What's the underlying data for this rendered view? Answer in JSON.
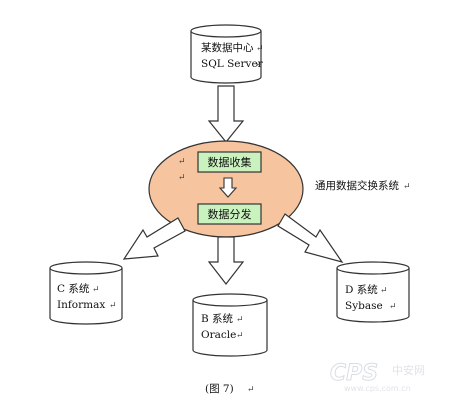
{
  "colors": {
    "exchange_ellipse": "#f6c49e",
    "process_box": "#c9f2bf",
    "arrow_fill": "#ffffff",
    "line": "#333333"
  },
  "source_db": {
    "line1": "某数据中心",
    "line2": "SQL Server"
  },
  "process": {
    "collect": "数据收集",
    "distribute": "数据分发"
  },
  "system_label": "通用数据交换系统",
  "targets": {
    "c": {
      "line1": "C 系统",
      "line2": "Informax"
    },
    "b": {
      "line1": "B 系统",
      "line2": "Oracle"
    },
    "d": {
      "line1": "D 系统",
      "line2": "Sybase"
    }
  },
  "caption": "(图 7)",
  "paragraph_mark": "↵",
  "watermark": {
    "logo": "CPS",
    "cn": "中安网",
    "url": "www.cps.com.cn"
  }
}
